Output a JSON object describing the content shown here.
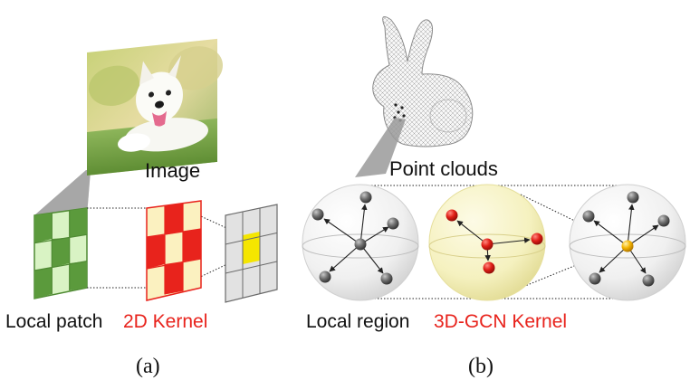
{
  "panel_a": {
    "image_label": "Image",
    "patch_label": "Local patch",
    "kernel_label": "2D Kernel",
    "subcaption": "(a)"
  },
  "panel_b": {
    "pointcloud_label": "Point clouds",
    "region_label": "Local region",
    "kernel_label": "3D-GCN Kernel",
    "subcaption": "(b)"
  },
  "colors": {
    "kernel_red": "#e8231c",
    "patch_green_dark": "#5b9a3c",
    "patch_green_light": "#d9f3c4",
    "kernel_cream": "#fbf1c0",
    "output_yellow": "#f5e600",
    "sphere_yellow": "#f4f0b8"
  }
}
